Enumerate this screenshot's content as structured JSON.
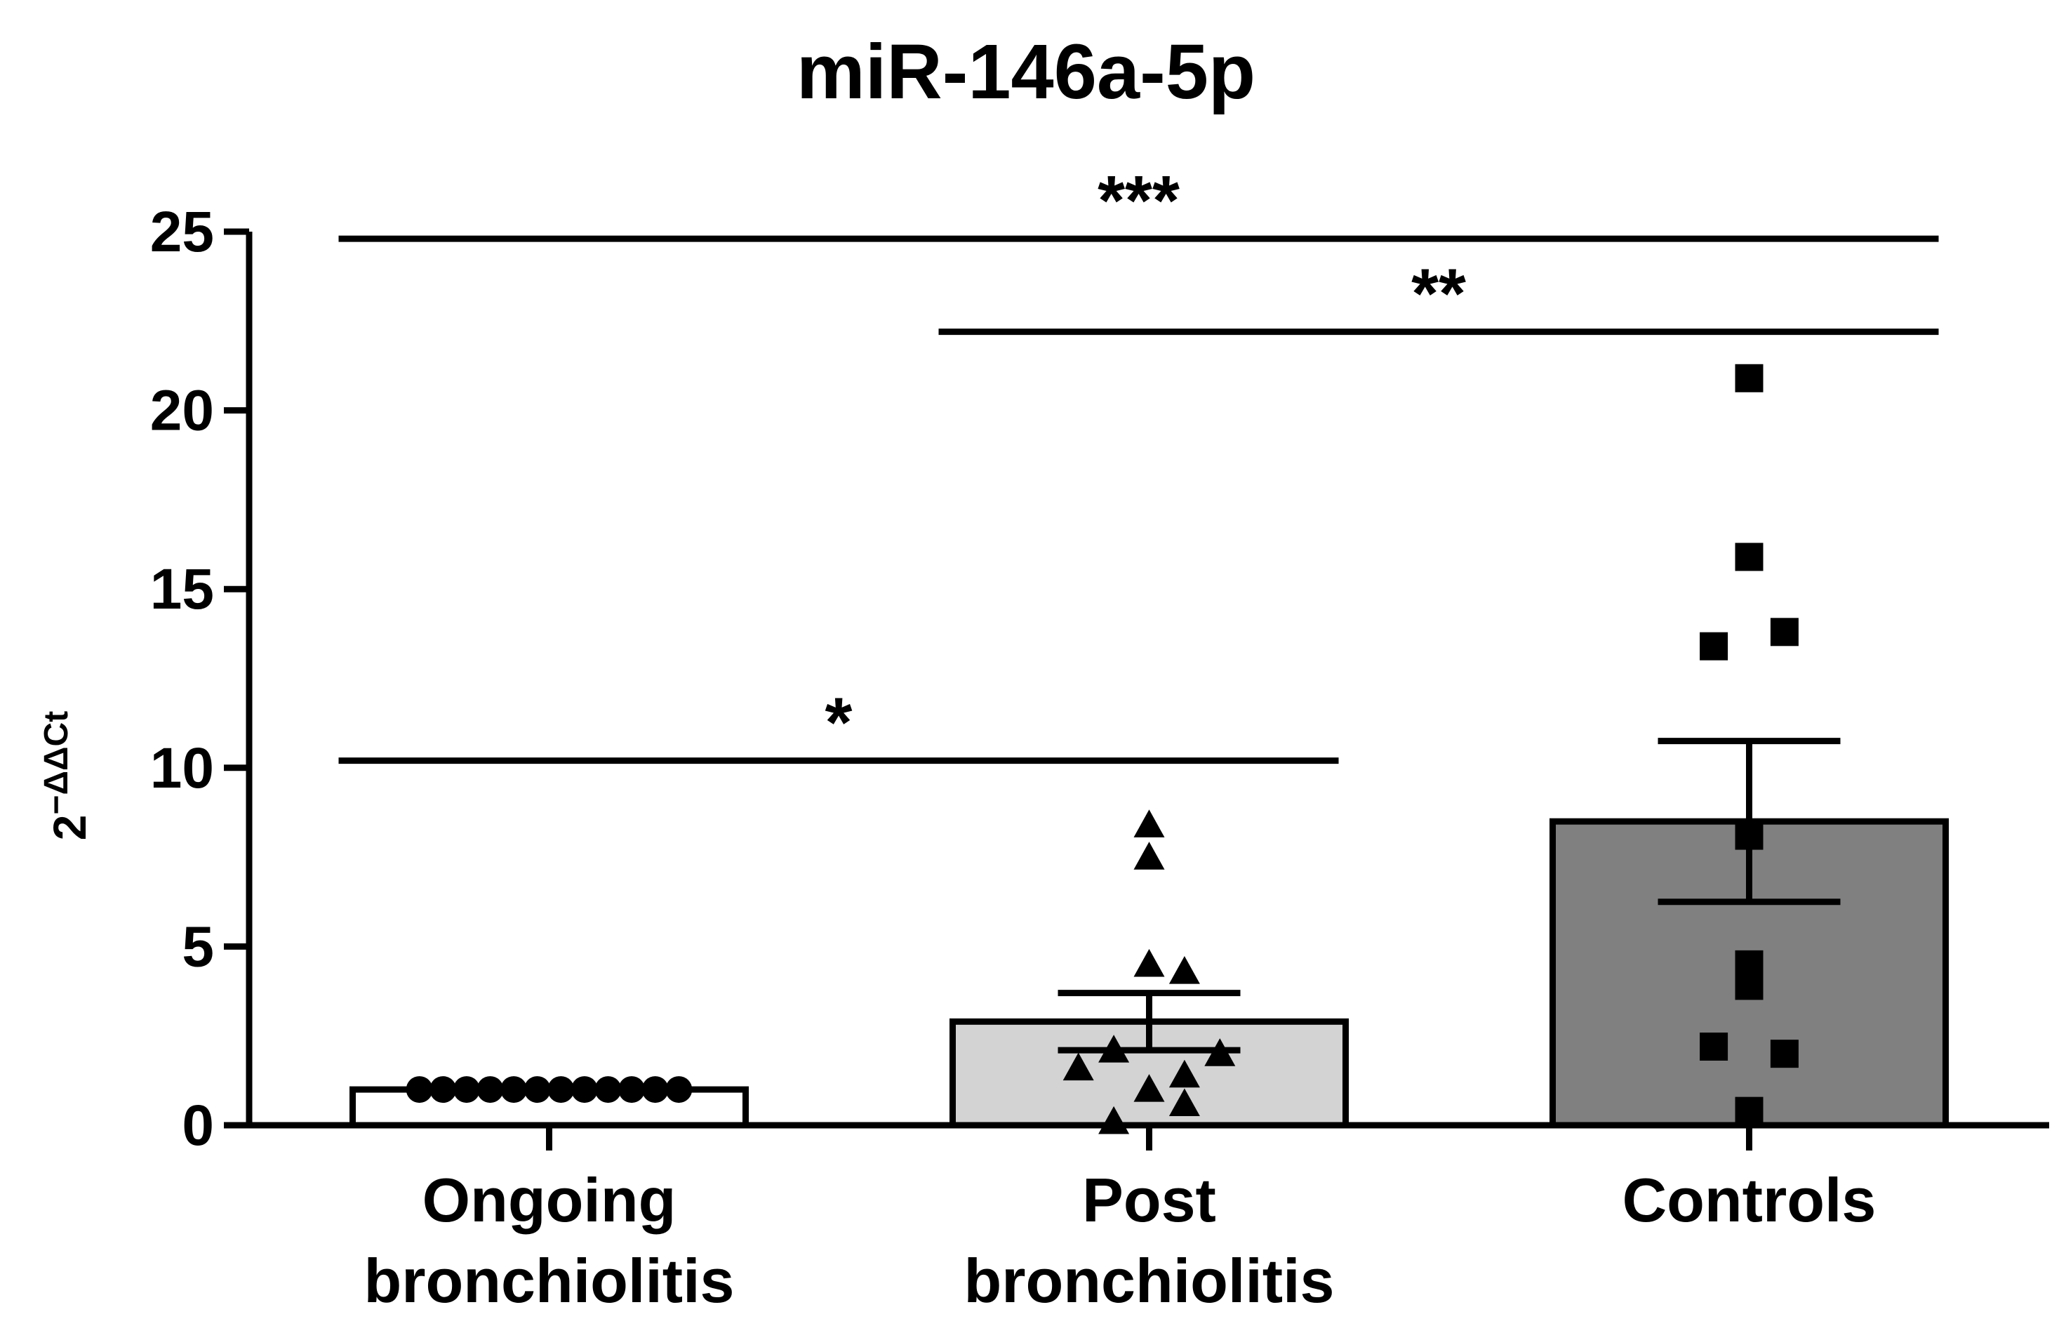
{
  "chart_data": {
    "type": "bar",
    "title": "miR-146a-5p",
    "ylabel_base": "2",
    "ylabel_exp": "−ΔΔCt",
    "ylim": [
      0,
      25
    ],
    "yticks": [
      0,
      5,
      10,
      15,
      20,
      25
    ],
    "categories": [
      {
        "line1": "Ongoing",
        "line2": "bronchiolitis"
      },
      {
        "line1": "Post",
        "line2": "bronchiolitis"
      },
      {
        "line1": "Controls",
        "line2": ""
      }
    ],
    "bars": [
      {
        "mean": 1.0,
        "sem": 0.0,
        "fill": "#ffffff",
        "marker": "circle",
        "points": [
          1,
          1,
          1,
          1,
          1,
          1,
          1,
          1,
          1,
          1,
          1,
          1
        ]
      },
      {
        "mean": 2.9,
        "sem": 0.8,
        "fill": "#d3d3d3",
        "marker": "triangle",
        "points": [
          8.4,
          7.5,
          4.5,
          4.3,
          2.1,
          2.0,
          1.6,
          1.4,
          1.0,
          0.6,
          0.1
        ]
      },
      {
        "mean": 8.5,
        "sem": 2.25,
        "fill": "#808080",
        "marker": "square",
        "points": [
          20.9,
          15.9,
          13.8,
          13.4,
          8.1,
          4.5,
          3.9,
          2.2,
          2.0,
          0.4
        ]
      }
    ],
    "point_offsets": [
      [
        -0.33,
        -0.27,
        -0.21,
        -0.15,
        -0.09,
        -0.03,
        0.03,
        0.09,
        0.15,
        0.21,
        0.27,
        0.33
      ],
      [
        0.0,
        0.0,
        0.0,
        0.09,
        -0.09,
        0.18,
        -0.18,
        0.09,
        0.0,
        0.09,
        -0.09
      ],
      [
        0.0,
        0.0,
        0.09,
        -0.09,
        0.0,
        0.0,
        0.0,
        -0.09,
        0.09,
        0.0
      ]
    ],
    "significance": [
      {
        "from": 0,
        "to": 2,
        "y": 24.8,
        "label": "***"
      },
      {
        "from": 1,
        "to": 2,
        "y": 22.2,
        "label": "**"
      },
      {
        "from": 0,
        "to": 1,
        "y": 10.2,
        "label": "*"
      }
    ]
  }
}
